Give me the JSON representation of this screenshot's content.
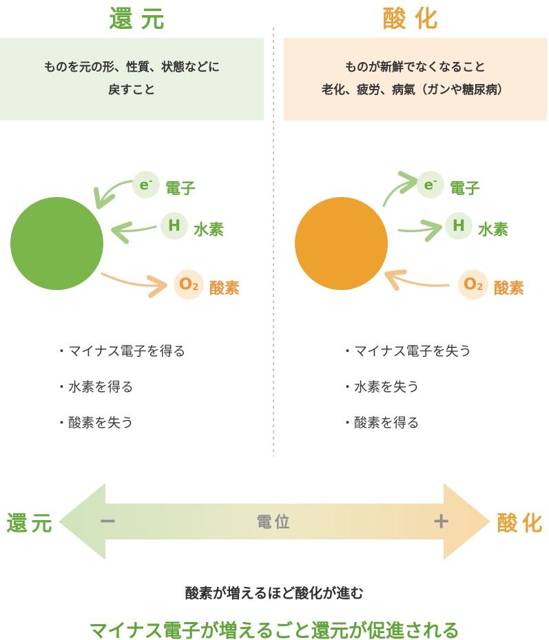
{
  "reduction": {
    "title": "還元",
    "description_lines": [
      "ものを元の形、性質、状態などに",
      "戻すこと"
    ],
    "bullets": [
      "・マイナス電子を得る",
      "・水素を得る",
      "・酸素を失う"
    ]
  },
  "oxidation": {
    "title": "酸化",
    "description_lines": [
      "ものが新鮮でなくなること",
      "老化、疲労、病氣（ガンや糖尿病）"
    ],
    "bullets": [
      "・マイナス電子を失う",
      "・水素を失う",
      "・酸素を得る"
    ]
  },
  "particles": {
    "electron_symbol": "e",
    "electron_sup": "-",
    "electron_label": "電子",
    "hydrogen_symbol": "H",
    "hydrogen_label": "水素",
    "oxygen_symbol": "O",
    "oxygen_sub": "2",
    "oxygen_label": "酸素"
  },
  "scale": {
    "left_label": "還元",
    "minus_sign": "−",
    "center_label": "電位",
    "plus_sign": "+",
    "right_label": "酸化"
  },
  "footer": {
    "line1": "酸素が増えるほど酸化が進む",
    "line2": "マイナス電子が増えるごと還元が促進される"
  },
  "colors": {
    "green": "#67a93f",
    "green_circle": "#7bb64a",
    "green_light": "#e9f2e3",
    "orange": "#e8a23c",
    "orange_circle": "#eda12e",
    "orange_light": "#fdecd9",
    "arrow_green": "#a6cc86",
    "arrow_orange": "#f2c28b"
  }
}
